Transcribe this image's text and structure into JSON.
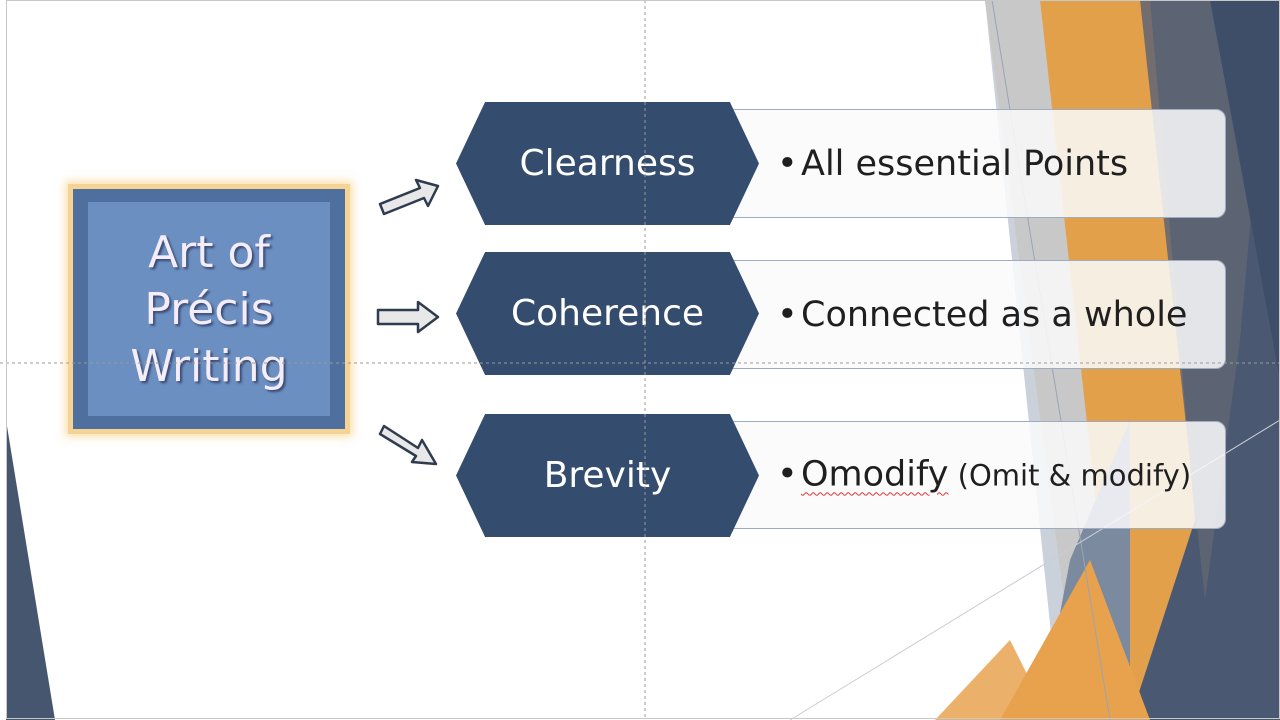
{
  "center": {
    "label_lines": [
      "Art of",
      "Précis",
      "Writing"
    ]
  },
  "rows": [
    {
      "heading": "Clearness",
      "text_main": "All essential Points",
      "text_rest": ""
    },
    {
      "heading": "Coherence",
      "text_main": "Connected as a whole",
      "text_rest": ""
    },
    {
      "heading": "Brevity",
      "text_main": "Omodify",
      "text_rest": " (Omit & modify)"
    }
  ],
  "bullet": "•",
  "colors": {
    "navy": "#344c6d",
    "center_blue": "#6b8fc1",
    "center_glow": "#f5d394",
    "accent_orange": "#e6a04c",
    "slate": "#47566f"
  }
}
